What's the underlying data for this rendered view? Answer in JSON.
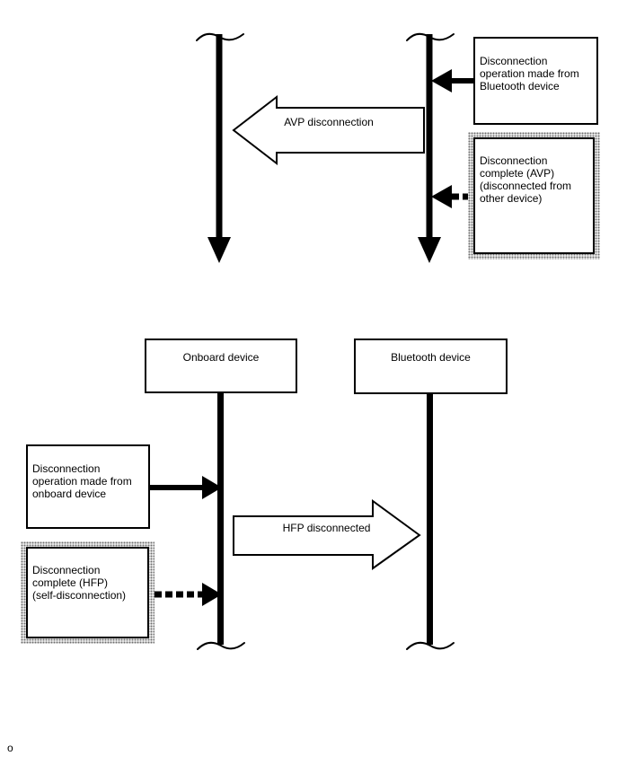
{
  "colors": {
    "ink": "#000000",
    "box_fill": "#ffffff",
    "stipple_dot": "#6e6e6e"
  },
  "top_diagram": {
    "operation_box": "Disconnection\noperation made from\nBluetooth device",
    "complete_box": "Disconnection\ncomplete (AVP)\n(disconnected from\nother device)",
    "block_arrow_label": "AVP disconnection"
  },
  "bottom_diagram": {
    "onboard_header": "Onboard device",
    "bluetooth_header": "Bluetooth device",
    "operation_box": "Disconnection\noperation made from\nonboard device",
    "complete_box": "Disconnection\ncomplete (HFP)\n(self-disconnection)",
    "block_arrow_label": "HFP disconnected"
  },
  "footer": {
    "mark": "o"
  }
}
